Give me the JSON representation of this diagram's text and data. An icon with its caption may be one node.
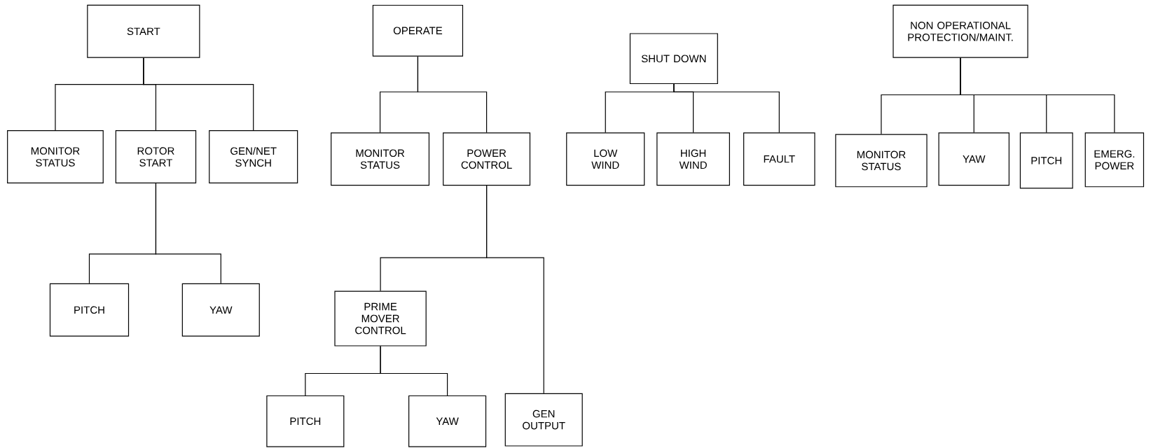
{
  "diagram": {
    "nodes": [
      {
        "text": [
          "START"
        ]
      },
      {
        "text": [
          "MONITOR STATUS"
        ]
      },
      {
        "text": [
          "ROTOR START"
        ]
      },
      {
        "text": [
          "GEN/NET SYNCH"
        ]
      },
      {
        "text": [
          "PITCH"
        ]
      },
      {
        "text": [
          "YAW"
        ]
      },
      {
        "text": [
          "OPERATE"
        ]
      },
      {
        "text": [
          "MONITOR STATUS"
        ]
      },
      {
        "text": [
          "POWER CONTROL"
        ]
      },
      {
        "text": [
          "PRIME MOVER CONTROL"
        ]
      },
      {
        "text": [
          "PITCH"
        ]
      },
      {
        "text": [
          "YAW"
        ]
      },
      {
        "text": [
          "GEN OUTPUT"
        ]
      },
      {
        "text": [
          "SHUT DOWN"
        ]
      },
      {
        "text": [
          "LOW WIND"
        ]
      },
      {
        "text": [
          "HIGH WIND"
        ]
      },
      {
        "text": [
          "FAULT"
        ]
      },
      {
        "text": [
          "NON OPERATIONAL PROTECTION/MAINT."
        ]
      },
      {
        "text": [
          "MONITOR STATUS"
        ]
      },
      {
        "text": [
          "YAW"
        ]
      },
      {
        "text": [
          "PITCH"
        ]
      },
      {
        "text": [
          "EMERG. POWER"
        ]
      }
    ],
    "edges": [
      {
        "from": 0,
        "to": 1,
        "arrow": "none"
      },
      {
        "from": 0,
        "to": 2,
        "arrow": "none"
      },
      {
        "from": 0,
        "to": 3,
        "arrow": "none"
      },
      {
        "from": 2,
        "to": 4,
        "arrow": "none"
      },
      {
        "from": 2,
        "to": 5,
        "arrow": "none"
      },
      {
        "from": 6,
        "to": 7,
        "arrow": "none"
      },
      {
        "from": 6,
        "to": 8,
        "arrow": "none"
      },
      {
        "from": 8,
        "to": 9,
        "arrow": "none"
      },
      {
        "from": 8,
        "to": 12,
        "arrow": "none"
      },
      {
        "from": 9,
        "to": 10,
        "arrow": "none"
      },
      {
        "from": 9,
        "to": 11,
        "arrow": "none"
      },
      {
        "from": 13,
        "to": 14,
        "arrow": "none"
      },
      {
        "from": 13,
        "to": 15,
        "arrow": "none"
      },
      {
        "from": 13,
        "to": 16,
        "arrow": "none"
      },
      {
        "from": 17,
        "to": 18,
        "arrow": "none"
      },
      {
        "from": 17,
        "to": 19,
        "arrow": "none"
      },
      {
        "from": 17,
        "to": 20,
        "arrow": "none"
      },
      {
        "from": 17,
        "to": 21,
        "arrow": "none"
      }
    ]
  }
}
